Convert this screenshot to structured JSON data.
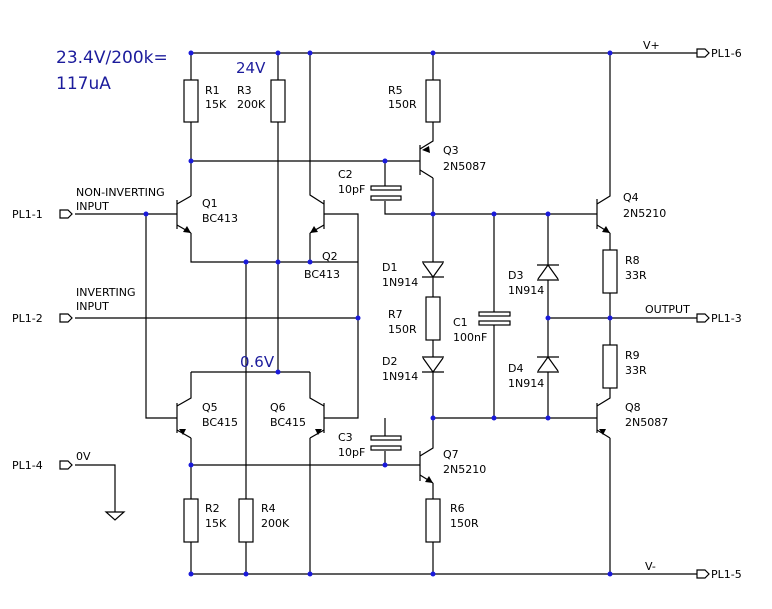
{
  "annotations": {
    "current_calc_line1": "23.4V/200k=",
    "current_calc_line2": "117uA",
    "supply_voltage": "24V",
    "vbe_voltage": "0.6V"
  },
  "connectors": {
    "pl1_1": "PL1-1",
    "pl1_2": "PL1-2",
    "pl1_3": "PL1-3",
    "pl1_4": "PL1-4",
    "pl1_5": "PL1-5",
    "pl1_6": "PL1-6"
  },
  "nets": {
    "v_plus": "V+",
    "v_minus": "V-",
    "zero_v": "0V",
    "output": "OUTPUT",
    "non_inverting_1": "NON-INVERTING",
    "non_inverting_2": "INPUT",
    "inverting_1": "INVERTING",
    "inverting_2": "INPUT"
  },
  "resistors": {
    "r1": {
      "ref": "R1",
      "value": "15K"
    },
    "r2": {
      "ref": "R2",
      "value": "15K"
    },
    "r3": {
      "ref": "R3",
      "value": "200K"
    },
    "r4": {
      "ref": "R4",
      "value": "200K"
    },
    "r5": {
      "ref": "R5",
      "value": "150R"
    },
    "r6": {
      "ref": "R6",
      "value": "150R"
    },
    "r7": {
      "ref": "R7",
      "value": "150R"
    },
    "r8": {
      "ref": "R8",
      "value": "33R"
    },
    "r9": {
      "ref": "R9",
      "value": "33R"
    }
  },
  "capacitors": {
    "c1": {
      "ref": "C1",
      "value": "100nF"
    },
    "c2": {
      "ref": "C2",
      "value": "10pF"
    },
    "c3": {
      "ref": "C3",
      "value": "10pF"
    }
  },
  "diodes": {
    "d1": {
      "ref": "D1",
      "value": "1N914"
    },
    "d2": {
      "ref": "D2",
      "value": "1N914"
    },
    "d3": {
      "ref": "D3",
      "value": "1N914"
    },
    "d4": {
      "ref": "D4",
      "value": "1N914"
    }
  },
  "transistors": {
    "q1": {
      "ref": "Q1",
      "value": "BC413"
    },
    "q2": {
      "ref": "Q2",
      "value": "BC413"
    },
    "q3": {
      "ref": "Q3",
      "value": "2N5087"
    },
    "q4": {
      "ref": "Q4",
      "value": "2N5210"
    },
    "q5": {
      "ref": "Q5",
      "value": "BC415"
    },
    "q6": {
      "ref": "Q6",
      "value": "BC415"
    },
    "q7": {
      "ref": "Q7",
      "value": "2N5210"
    },
    "q8": {
      "ref": "Q8",
      "value": "2N5087"
    }
  },
  "colors": {
    "wire": "#000000",
    "junction": "#1a1adb",
    "annotation": "#1c1c9c",
    "background": "#ffffff"
  }
}
